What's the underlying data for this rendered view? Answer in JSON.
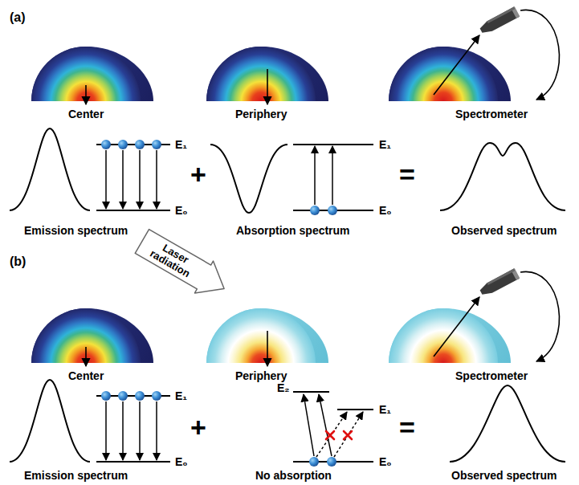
{
  "diagram": {
    "nodes": [
      {
        "text": [
          "Laser radiation"
        ]
      }
    ],
    "labels": [
      "(a)",
      "Center",
      "Periphery",
      "Spectrometer",
      "E₁",
      "E₀",
      "Emission spectrum",
      "+",
      "E₁",
      "E₀",
      "Absorption spectrum",
      "=",
      "Observed spectrum",
      "(b)",
      "Center",
      "Periphery",
      "Spectrometer",
      "E₁",
      "E₀",
      "Emission spectrum",
      "+",
      "E₂",
      "E₁",
      "E₀",
      "No absorption",
      "=",
      "Observed spectrum"
    ]
  }
}
